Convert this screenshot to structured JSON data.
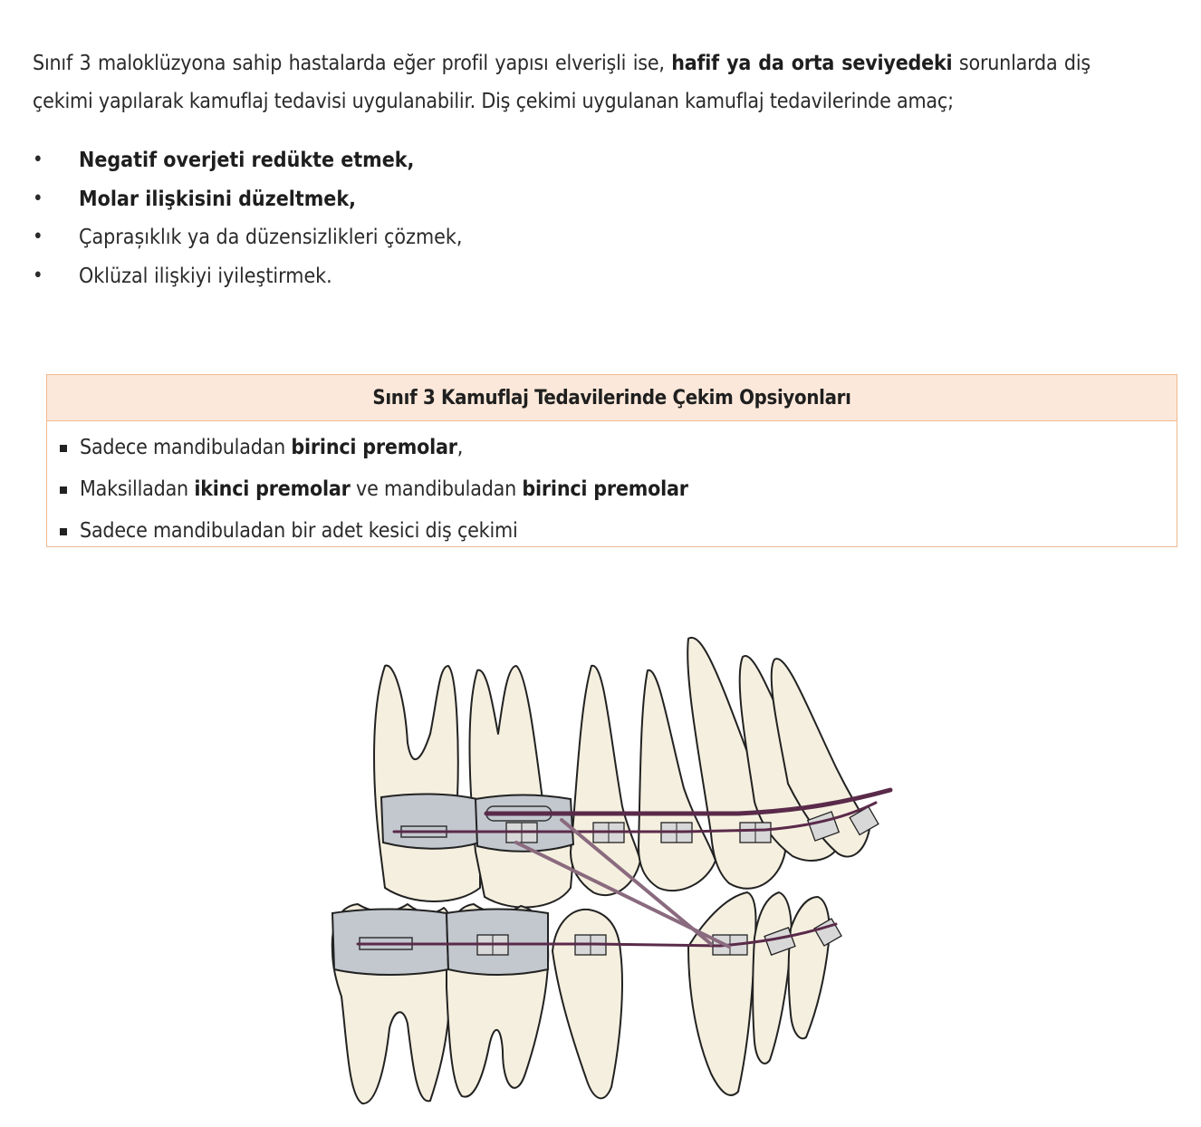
{
  "intro": {
    "p1": "Sınıf 3 maloklüzyona sahip hastalarda eğer profil yapısı elverişli ise, ",
    "p1_bold": "hafif ya da orta seviyedeki",
    "p2": " sorunlarda diş çekimi yapılarak kamuflaj tedavisi uygulanabilir. Diş çekimi uygulanan kamuflaj tedavilerinde amaç;"
  },
  "aims": [
    "Negatif overjeti redükte etmek,",
    "Molar ilişkisini düzeltmek,",
    "Çaprașıklık ya da düzensizlikleri çözmek,",
    "Oklüzal ilişkiyi iyileştirmek."
  ],
  "box": {
    "title": "Sınıf 3 Kamuflaj Tedavilerinde Çekim Opsiyonları",
    "item1_a": "Sadece mandibuladan ",
    "item1_b": "birinci premolar",
    "item1_c": ",",
    "item2_a": "Maksilladan ",
    "item2_b": "ikinci premolar",
    "item2_c": " ve mandibuladan ",
    "item2_d": "birinci premolar",
    "item3": "Sadece mandibuladan bir adet kesici diş çekimi"
  },
  "colors": {
    "box_border": "#f0b98d",
    "box_header_bg": "#fbe8da",
    "tooth_fill": "#f5efdf",
    "band_fill": "#c3c8cf",
    "wire": "#5a2a4a"
  }
}
